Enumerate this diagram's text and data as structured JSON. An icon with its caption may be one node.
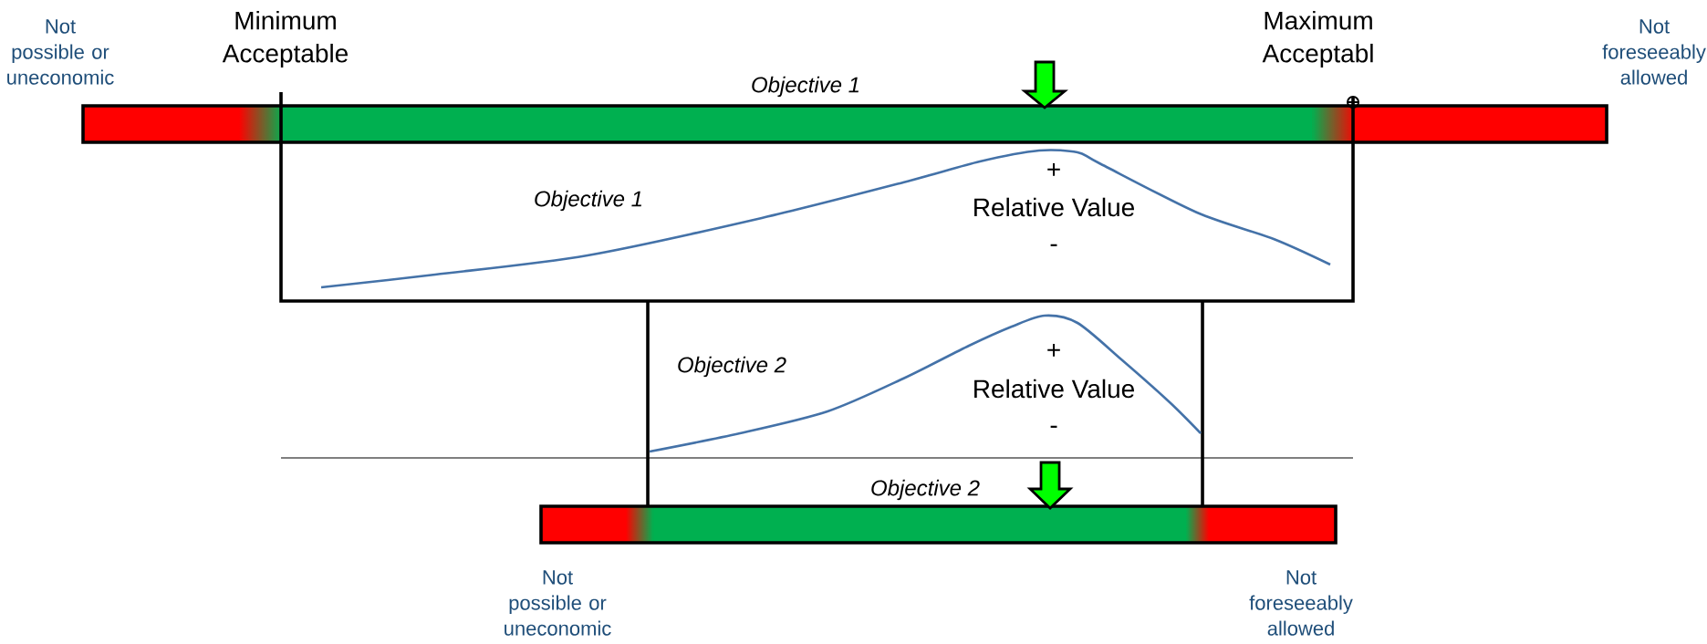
{
  "diagram": {
    "nodes": [
      {
        "text": [
          "Objective 1"
        ]
      },
      {
        "text": [
          "Objective 1",
          "+",
          "Relative Value",
          "-"
        ]
      },
      {
        "text": [
          "Objective 2",
          "+",
          "Relative Value",
          "-"
        ]
      },
      {
        "text": [
          "Objective 2"
        ]
      }
    ],
    "edges": [
      {
        "from": null,
        "to": 0,
        "arrow": "to"
      },
      {
        "from": null,
        "to": 3,
        "arrow": "to"
      }
    ],
    "labels": [
      "Not possible or uneconomic",
      "Minimum Acceptable",
      "Maximum Acceptabl",
      "Not foreseeably allowed",
      "Not possible or uneconomic",
      "Not foreseeably allowed"
    ]
  }
}
